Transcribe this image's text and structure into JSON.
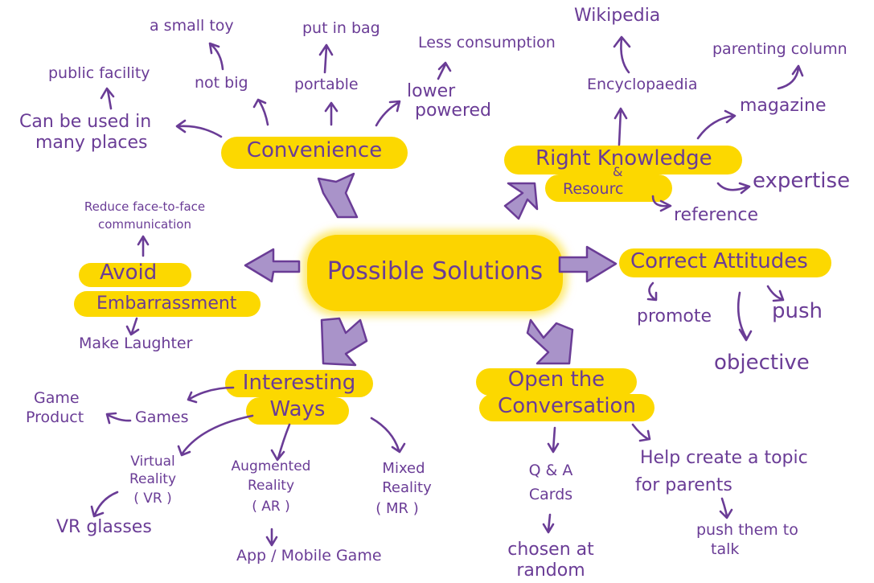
{
  "title": "Possible Solutions",
  "colors": {
    "ink": "#6a3c96",
    "highlight": "#fcd800",
    "arrow_fill": "#a993c9",
    "background": "#ffffff"
  },
  "branches": {
    "convenience": {
      "label": "Convenience",
      "children": {
        "places": {
          "label_line1": "Can be used in",
          "label_line2": "many places",
          "child": "public facility"
        },
        "not_big": {
          "label": "not big",
          "child": "a small toy"
        },
        "portable": {
          "label": "portable",
          "child": "put in bag"
        },
        "lower_powered": {
          "label_line1": "lower",
          "label_line2": "powered",
          "child": "Less consumption"
        }
      }
    },
    "knowledge": {
      "label_line1": "Right Knowledge",
      "amp": "&",
      "label_line2": "Resourc",
      "children": {
        "encyclopaedia": {
          "label": "Encyclopaedia",
          "child": "Wikipedia"
        },
        "magazine": {
          "label": "magazine",
          "child": "parenting column"
        },
        "expertise": "expertise",
        "reference": "reference"
      }
    },
    "avoid": {
      "label_line1": "Avoid",
      "label_line2": "Embarrassment",
      "up_line1": "Reduce face-to-face",
      "up_line2": "communication",
      "down": "Make Laughter"
    },
    "attitudes": {
      "label": "Correct Attitudes",
      "children": [
        "promote",
        "push",
        "objective"
      ]
    },
    "interesting": {
      "label_line1": "Interesting",
      "label_line2": "Ways",
      "games": {
        "label": "Games",
        "child_line1": "Game",
        "child_line2": "Product"
      },
      "vr": {
        "line1": "Virtual",
        "line2": "Reality",
        "line3": "( VR )",
        "child": "VR  glasses"
      },
      "ar": {
        "line1": "Augmented",
        "line2": "Reality",
        "line3": "( AR )",
        "child": "App / Mobile Game"
      },
      "mr": {
        "line1": "Mixed",
        "line2": "Reality",
        "line3": "( MR )"
      }
    },
    "conversation": {
      "label_line1": "Open the",
      "label_line2": "Conversation",
      "qa": {
        "line1": "Q & A",
        "line2": "Cards",
        "child_line1": "chosen at",
        "child_line2": "random"
      },
      "topic": {
        "line1": "Help create a topic",
        "line2": "for parents",
        "child_line1": "push them to",
        "child_line2": "talk"
      }
    }
  }
}
